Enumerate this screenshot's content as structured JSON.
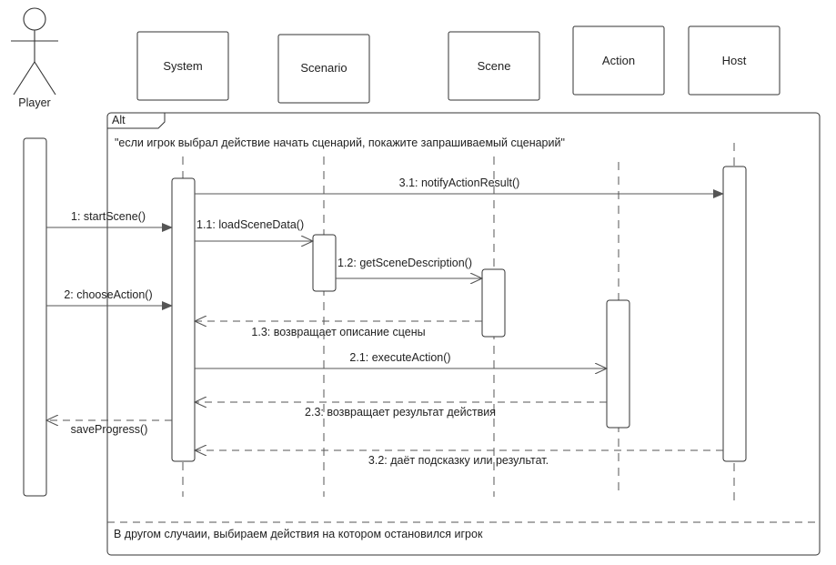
{
  "actor": {
    "label": "Player"
  },
  "participants": {
    "system": "System",
    "scenario": "Scenario",
    "scene": "Scene",
    "action": "Action",
    "host": "Host"
  },
  "frame": {
    "operator": "Alt",
    "guard_main": "\"если игрок выбрал действие начать сценарий, покажите запрашиваемый сценарий\"",
    "guard_else": "В другом случаии, выбираем действия на котором остановился игрок"
  },
  "messages": {
    "m_3_1": "3.1: notifyActionResult()",
    "m_1": "1: startScene()",
    "m_1_1": "1.1: loadSceneData()",
    "m_1_2": "1.2: getSceneDescription()",
    "m_2": "2: chooseAction()",
    "m_1_3": "1.3: возвращает описание сцены",
    "m_2_1": "2.1: executeAction()",
    "m_2_3": "2.3: возвращает результат действия",
    "m_save": "saveProgress()",
    "m_3_2": "3.2: даёт подсказку или результат."
  },
  "colors": {
    "line": "#555555",
    "text": "#222222",
    "background": "#ffffff"
  }
}
